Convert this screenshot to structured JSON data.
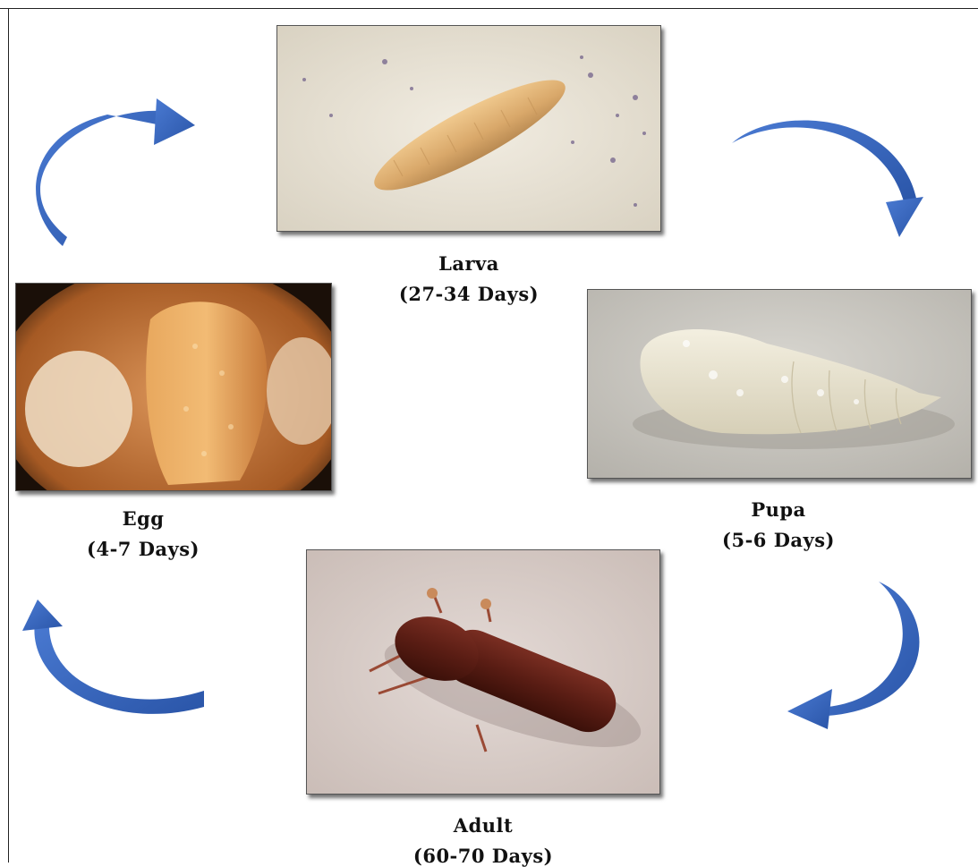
{
  "stages": {
    "larva": {
      "name": "Larva",
      "duration": "(27-34 Days)"
    },
    "pupa": {
      "name": "Pupa",
      "duration": "(5-6 Days)"
    },
    "adult": {
      "name": "Adult",
      "duration": "(60-70 Days)"
    },
    "egg": {
      "name": "Egg",
      "duration": "(4-7 Days)"
    }
  },
  "colors": {
    "arrow": "#3d6bc4",
    "arrow_dark": "#2a4f9c"
  },
  "icons": [
    "curved-arrow-icon"
  ]
}
